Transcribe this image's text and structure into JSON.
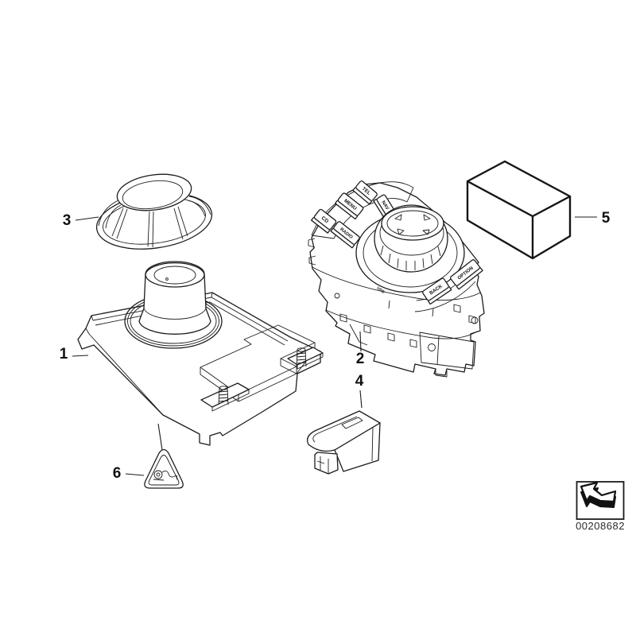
{
  "page": {
    "background": "#ffffff",
    "line_color": "#1c1c1c"
  },
  "callouts": {
    "c1": "1",
    "c2": "2",
    "c3": "3",
    "c4": "4",
    "c5": "5",
    "c6": "6"
  },
  "controller_buttons": {
    "cd": "CD",
    "radio": "RADIO",
    "menu": "MENU",
    "tel": "TEL",
    "nav": "NAV",
    "back": "BACK",
    "option": "OPTION",
    "usb": "USB"
  },
  "legend": {
    "image_number": "00208682"
  }
}
